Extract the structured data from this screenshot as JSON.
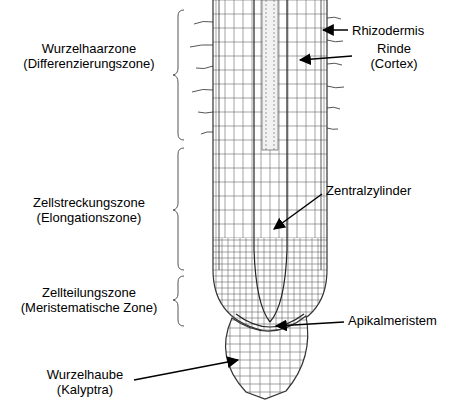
{
  "diagram": {
    "labels": [
      "Rhizodermis",
      "Wurzelhaarzone (Differenzierungszone)",
      "Rinde (Cortex)",
      "Zentralzylinder",
      "Zellstreckungszone (Elongationszone)",
      "Zellteilungszone (Meristematische Zone)",
      "Apikalmeristem",
      "Wurzelhaube (Kalyptra)"
    ]
  }
}
